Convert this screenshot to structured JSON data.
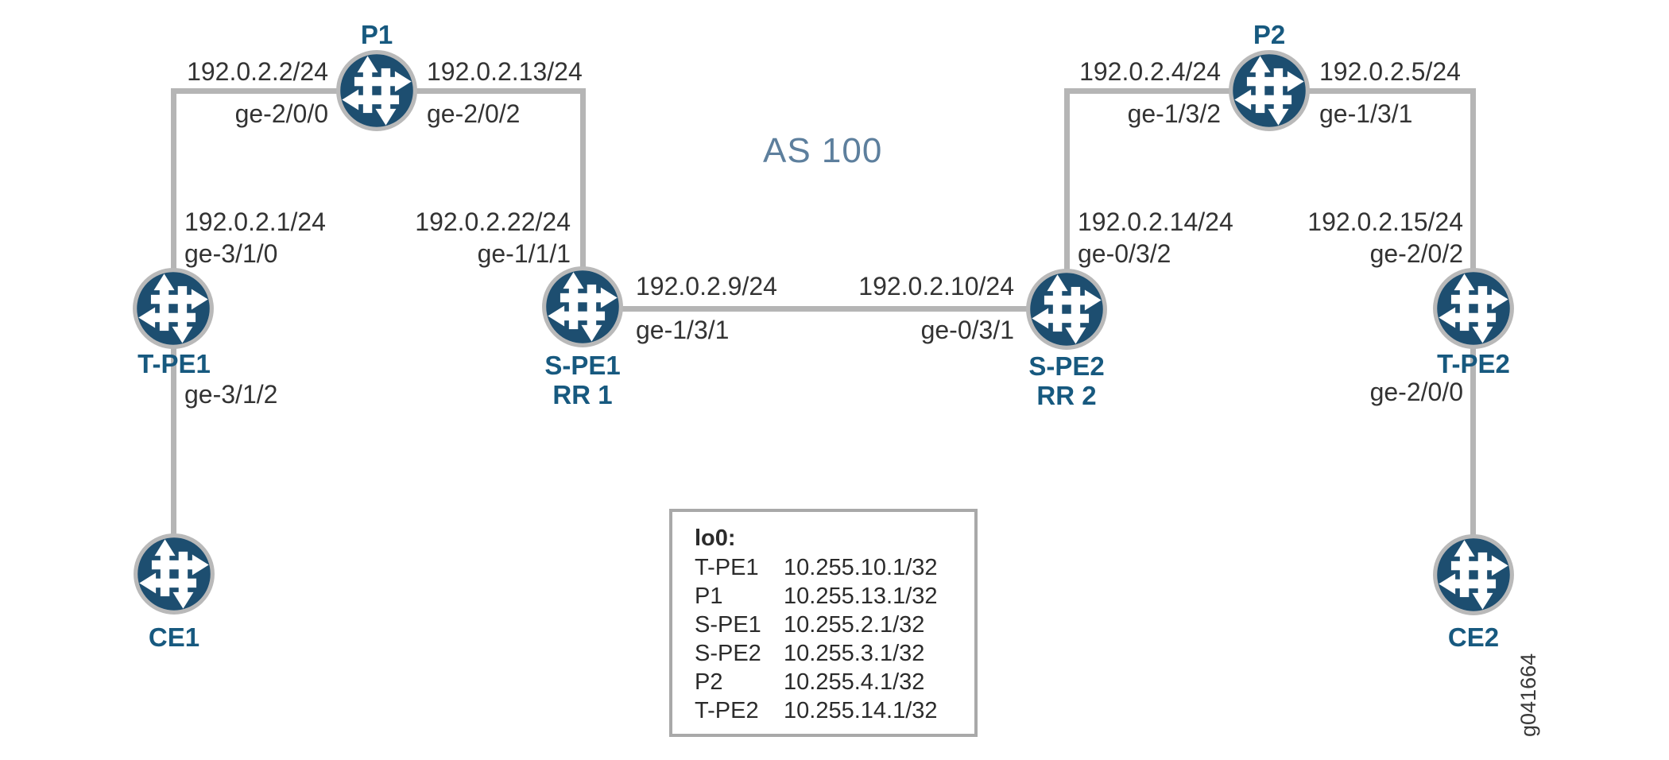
{
  "diagram": {
    "as_label": "AS 100",
    "figure_id": "g041664",
    "colors": {
      "router_fill": "#1d4e70",
      "router_ring": "#b9b9b9",
      "link_line": "#b5b5b5",
      "node_label": "#17597f",
      "as_label": "#5d7f9d",
      "text": "#333333"
    },
    "nodes": [
      {
        "id": "P1",
        "label": "P1"
      },
      {
        "id": "P2",
        "label": "P2"
      },
      {
        "id": "T-PE1",
        "label": "T-PE1"
      },
      {
        "id": "S-PE1",
        "label": "S-PE1",
        "sublabel": "RR 1"
      },
      {
        "id": "S-PE2",
        "label": "S-PE2",
        "sublabel": "RR 2"
      },
      {
        "id": "T-PE2",
        "label": "T-PE2"
      },
      {
        "id": "CE1",
        "label": "CE1"
      },
      {
        "id": "CE2",
        "label": "CE2"
      }
    ],
    "links": [
      {
        "a": "T-PE1",
        "a_ip": "192.0.2.1/24",
        "a_if": "ge-3/1/0",
        "b": "P1",
        "b_ip": "192.0.2.2/24",
        "b_if": "ge-2/0/0"
      },
      {
        "a": "P1",
        "a_ip": "192.0.2.13/24",
        "a_if": "ge-2/0/2",
        "b": "S-PE1",
        "b_ip": "192.0.2.22/24",
        "b_if": "ge-1/1/1"
      },
      {
        "a": "S-PE1",
        "a_ip": "192.0.2.9/24",
        "a_if": "ge-1/3/1",
        "b": "S-PE2",
        "b_ip": "192.0.2.10/24",
        "b_if": "ge-0/3/1"
      },
      {
        "a": "S-PE2",
        "a_ip": "192.0.2.14/24",
        "a_if": "ge-0/3/2",
        "b": "P2",
        "b_ip": "192.0.2.4/24",
        "b_if": "ge-1/3/2"
      },
      {
        "a": "P2",
        "a_ip": "192.0.2.5/24",
        "a_if": "ge-1/3/1",
        "b": "T-PE2",
        "b_ip": "192.0.2.15/24",
        "b_if": "ge-2/0/2"
      },
      {
        "a": "T-PE1",
        "a_if": "ge-3/1/2",
        "b": "CE1"
      },
      {
        "a": "T-PE2",
        "a_if": "ge-2/0/0",
        "b": "CE2"
      }
    ],
    "loopbacks": {
      "title": "lo0:",
      "entries": [
        {
          "name": "T-PE1",
          "address": "10.255.10.1/32"
        },
        {
          "name": "P1",
          "address": "10.255.13.1/32"
        },
        {
          "name": "S-PE1",
          "address": "10.255.2.1/32"
        },
        {
          "name": "S-PE2",
          "address": "10.255.3.1/32"
        },
        {
          "name": "P2",
          "address": "10.255.4.1/32"
        },
        {
          "name": "T-PE2",
          "address": "10.255.14.1/32"
        }
      ]
    }
  }
}
